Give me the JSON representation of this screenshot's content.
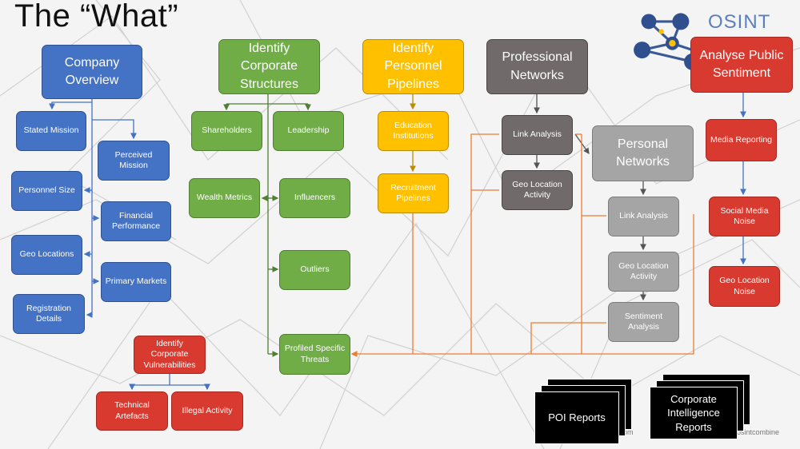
{
  "title": "The “What”",
  "logo": {
    "text": "OSINT"
  },
  "colors": {
    "blue": "#4472c4",
    "green": "#70ad47",
    "yellow": "#ffc000",
    "dark_grey": "#706a6a",
    "light_grey": "#a5a5a5",
    "red": "#d93a30",
    "blue_connector": "#4472c4",
    "orange_connector": "#ed7d31"
  },
  "company_overview": {
    "header": "Company Overview",
    "items": {
      "stated_mission": "Stated Mission",
      "perceived_mission": "Perceived Mission",
      "personnel_size": "Personnel Size",
      "financial_performance": "Financial Performance",
      "geo_locations": "Geo Locations",
      "primary_markets": "Primary Markets",
      "registration_details": "Registration Details"
    }
  },
  "corporate_structures": {
    "header": "Identify Corporate Structures",
    "items": {
      "shareholders": "Shareholders",
      "leadership": "Leadership",
      "wealth_metrics": "Wealth Metrics",
      "influencers": "Influencers",
      "outliers": "Outliers",
      "profiled_threats": "Profiled Specific Threats"
    }
  },
  "personnel_pipelines": {
    "header": "Identify Personnel Pipelines",
    "items": {
      "education": "Education Institutions",
      "recruitment": "Recruitment Pipelines"
    }
  },
  "professional_networks": {
    "header": "Professional Networks",
    "items": {
      "link_analysis": "Link Analysis",
      "geo_location_activity": "Geo Location Activity"
    }
  },
  "personal_networks": {
    "header": "Personal Networks",
    "items": {
      "link_analysis": "Link Analysis",
      "geo_location_activity": "Geo Location Activity",
      "sentiment_analysis": "Sentiment Analysis"
    }
  },
  "public_sentiment": {
    "header": "Analyse Public Sentiment",
    "items": {
      "media_reporting": "Media Reporting",
      "social_media_noise": "Social Media Noise",
      "geo_location_noise": "Geo Location Noise"
    }
  },
  "vulnerabilities": {
    "header": "Identify Corporate Vulnerabilities",
    "items": {
      "technical_artefacts": "Technical Artefacts",
      "illegal_activity": "Illegal Activity"
    }
  },
  "reports": {
    "poi": "POI Reports",
    "corporate": "Corporate Intelligence Reports"
  },
  "footer": {
    "left_fragment": "bine.com",
    "right_fragment": "bine.com | @osintcombine"
  }
}
